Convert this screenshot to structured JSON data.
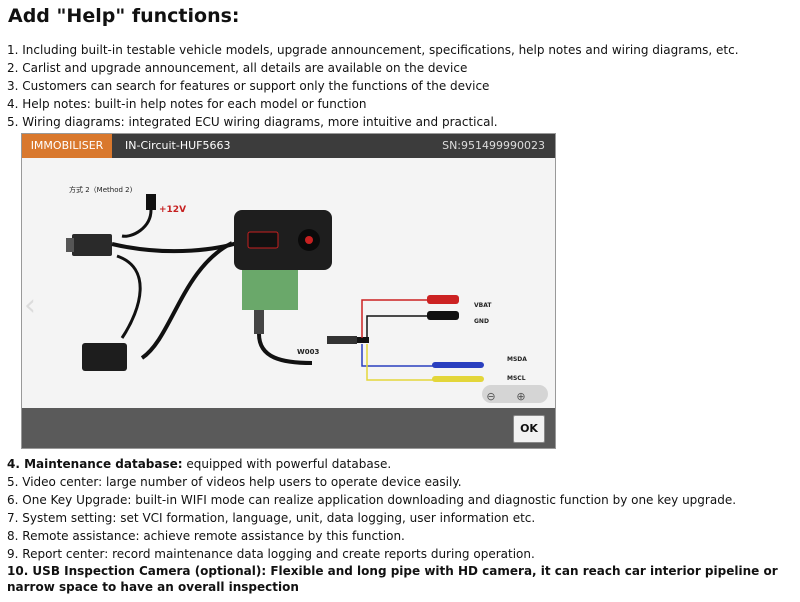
{
  "title": "Add \"Help\" functions:",
  "intro": [
    "1. Including built-in testable vehicle models, upgrade announcement, specifications, help notes and wiring diagrams, etc.",
    "2. Carlist and upgrade announcement, all details are available on the device",
    "3. Customers can search for features or support only the functions of the device",
    "4. Help notes: built-in help notes for each model or function",
    "5. Wiring diagrams: integrated ECU wiring diagrams, more intuitive and practical."
  ],
  "device": {
    "tab": "IMMOBILISER",
    "screen_title": "IN-Circuit-HUF5663",
    "serial": "SN:951499990023",
    "method_label": "方式 2（Method 2)",
    "power_label": "+12V",
    "cable_label": "W003",
    "wire_labels": [
      "VBAT",
      "GND",
      "MSDA",
      "MSCL"
    ],
    "ok_label": "OK",
    "colors": {
      "tab": "#d9782d",
      "vbat": "#cc2222",
      "gnd": "#111111",
      "msda": "#2a3fbf",
      "mscl": "#e3d63a"
    }
  },
  "features": {
    "item4_bold": "4. Maintenance database:",
    "item4_rest": " equipped with powerful database.",
    "items": [
      "5. Video center: large number of videos help users to operate device easily.",
      "6. One Key Upgrade: built-in WIFI mode can realize application downloading and diagnostic function by one key upgrade.",
      "7. System setting: set VCI formation, language, unit, data logging, user information etc.",
      "8. Remote assistance: achieve remote assistance by this function.",
      "9. Report center: record maintenance data logging and create reports during operation."
    ],
    "item10": "10. USB Inspection Camera (optional): Flexible and long pipe with HD camera, it can reach car interior pipeline or narrow space to have an overall inspection"
  }
}
